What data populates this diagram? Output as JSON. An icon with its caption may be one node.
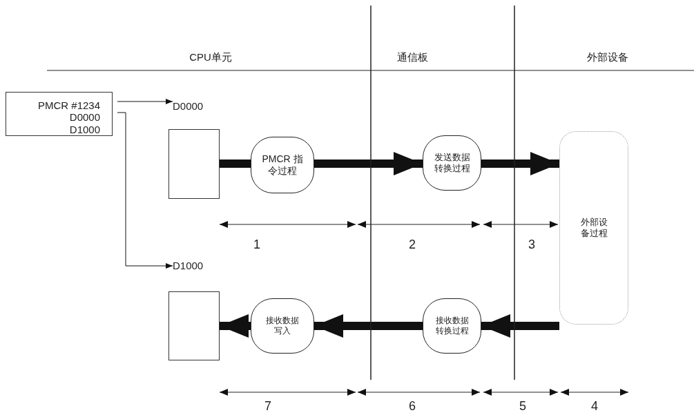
{
  "diagram": {
    "nodes": [
      {
        "text": [
          "PMCR #1234",
          "D0000",
          "D1000"
        ]
      },
      {
        "text": [
          "D0000"
        ]
      },
      {
        "text": [
          "D1000"
        ]
      },
      {
        "text": [],
        "shape": "box"
      },
      {
        "text": [
          "PMCR 指令过程"
        ]
      },
      {
        "text": [
          "发送数据转换过程"
        ]
      },
      {
        "text": [
          "外部设备过程"
        ]
      },
      {
        "text": [],
        "shape": "box"
      },
      {
        "text": [
          "接收数据写入"
        ]
      },
      {
        "text": [
          "接收数据转换过程"
        ]
      }
    ],
    "edges": [
      {
        "from": 0,
        "to": 1,
        "arrow": "to"
      },
      {
        "from": 0,
        "to": 2,
        "arrow": "to"
      },
      {
        "from": 3,
        "to": 4,
        "arrow": "none"
      },
      {
        "from": 4,
        "to": 5,
        "arrow": "to"
      },
      {
        "from": 5,
        "to": 6,
        "arrow": "to"
      },
      {
        "from": 6,
        "to": 9,
        "arrow": "to"
      },
      {
        "from": 9,
        "to": 8,
        "arrow": "to"
      },
      {
        "from": 8,
        "to": 7,
        "arrow": "to"
      }
    ],
    "labels": [
      "CPU单元",
      "通信板",
      "外部设备",
      "1",
      "2",
      "3",
      "7",
      "6",
      "5",
      "4"
    ]
  }
}
